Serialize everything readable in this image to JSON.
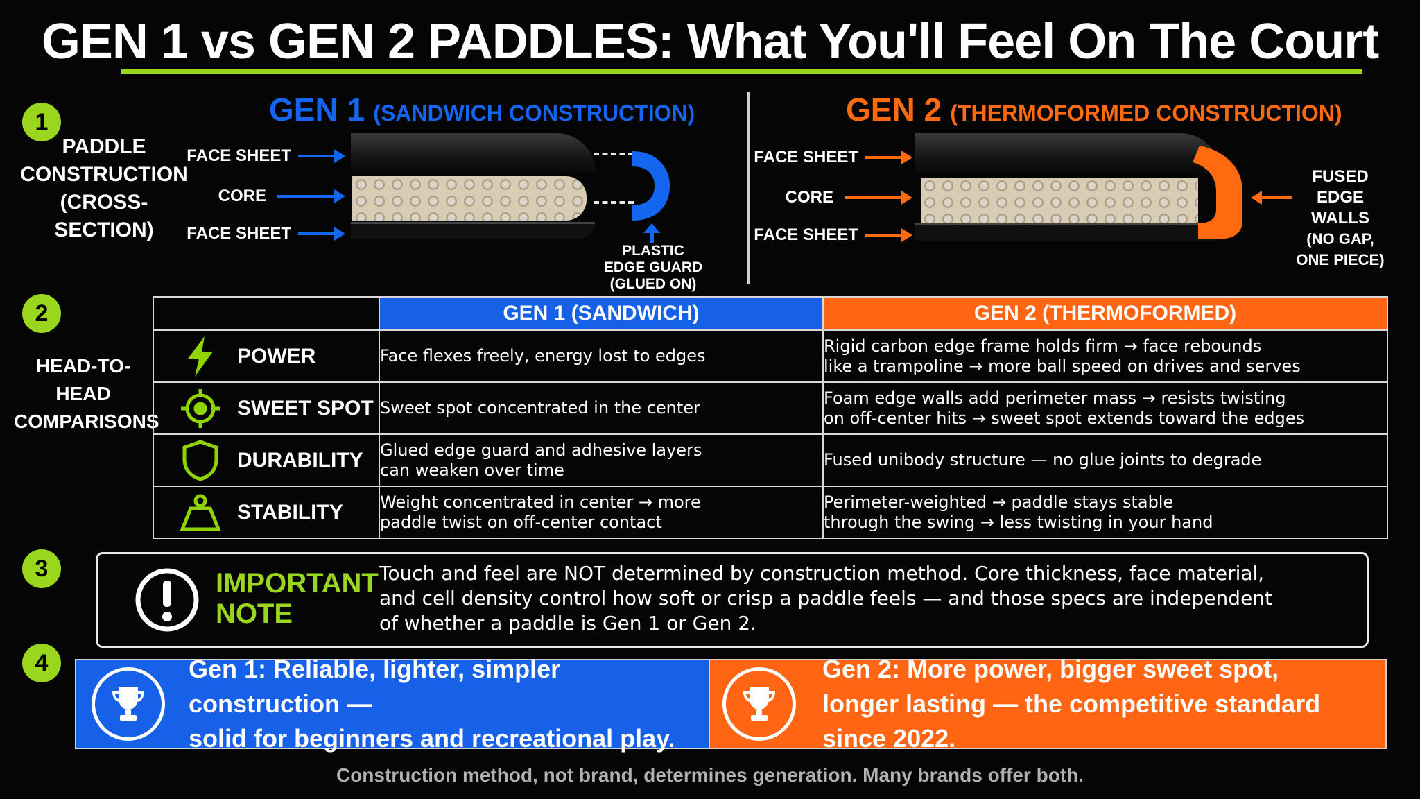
{
  "title": "GEN 1 vs GEN 2 PADDLES: What You'll Feel On The Court",
  "colors": {
    "accent_green": "#9bd61e",
    "gen1_blue": "#1760e8",
    "gen2_orange": "#ff6512"
  },
  "section1": {
    "step": "1",
    "label_lines": [
      "PADDLE",
      "CONSTRUCTION",
      "(CROSS-SECTION)"
    ],
    "gen1": {
      "title": "GEN 1",
      "subtitle": "(SANDWICH CONSTRUCTION)",
      "layers": [
        "FACE SHEET",
        "CORE",
        "FACE SHEET"
      ],
      "callout_lines": [
        "PLASTIC",
        "EDGE GUARD",
        "(GLUED ON)"
      ]
    },
    "gen2": {
      "title": "GEN 2",
      "subtitle": "(THERMOFORMED CONSTRUCTION)",
      "layers": [
        "FACE SHEET",
        "CORE",
        "FACE SHEET"
      ],
      "callout_lines": [
        "FUSED EDGE",
        "WALLS",
        "(NO GAP,",
        "ONE PIECE)"
      ]
    }
  },
  "section2": {
    "step": "2",
    "label_lines": [
      "HEAD-TO-HEAD",
      "COMPARISONS"
    ],
    "headers": [
      "GEN 1 (SANDWICH)",
      "GEN 2 (THERMOFORMED)"
    ],
    "rows": [
      {
        "icon": "lightning-bolt-icon",
        "label": "POWER",
        "gen1": [
          "Face flexes freely, energy lost to edges"
        ],
        "gen2": [
          "Rigid carbon edge frame holds firm → face rebounds",
          "like a trampoline → more ball speed on drives and serves"
        ]
      },
      {
        "icon": "target-crosshair-icon",
        "label": "SWEET SPOT",
        "gen1": [
          "Sweet spot concentrated in the center"
        ],
        "gen2": [
          "Foam edge walls add perimeter mass → resists twisting",
          "on off-center hits → sweet spot extends toward the edges"
        ]
      },
      {
        "icon": "shield-icon",
        "label": "DURABILITY",
        "gen1": [
          "Glued edge guard and adhesive layers",
          "can weaken over time"
        ],
        "gen2": [
          "Fused unibody structure — no glue joints to degrade"
        ]
      },
      {
        "icon": "weight-icon",
        "label": "STABILITY",
        "gen1": [
          "Weight concentrated in center → more",
          "paddle twist on off-center contact"
        ],
        "gen2": [
          "Perimeter-weighted → paddle stays stable",
          "through the swing → less twisting in your hand"
        ]
      }
    ]
  },
  "section3": {
    "step": "3",
    "title_lines": [
      "IMPORTANT",
      "NOTE"
    ],
    "text_lines": [
      "Touch and feel are NOT determined by construction method. Core thickness, face material,",
      "and cell density control how soft or crisp a paddle feels — and those specs are independent",
      "of whether a paddle is Gen 1 or Gen 2."
    ]
  },
  "section4": {
    "step": "4",
    "gen1_lines": [
      "Gen 1: Reliable, lighter, simpler construction —",
      "solid for beginners and recreational play."
    ],
    "gen2_lines": [
      "Gen 2: More power, bigger sweet spot,",
      "longer lasting — the competitive standard since 2022."
    ]
  },
  "footer": "Construction method, not brand, determines generation. Many brands offer both."
}
